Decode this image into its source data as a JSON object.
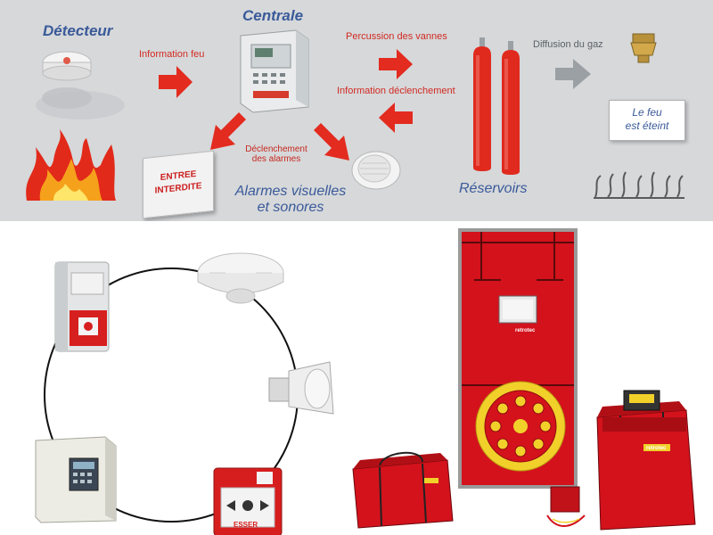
{
  "top": {
    "detector_label": "Détecteur",
    "central_label": "Centrale",
    "info_fire_label": "Information feu",
    "valve_label": "Percussion des vannes",
    "trigger_info_label": "Information déclenchement",
    "alarm_trigger_label_1": "Déclenchement",
    "alarm_trigger_label_2": "des alarmes",
    "alarms_label_1": "Alarmes visuelles",
    "alarms_label_2": "et sonores",
    "tanks_label": "Réservoirs",
    "gas_label": "Diffusion du gaz",
    "sign_line_1": "ENTREE",
    "sign_line_2": "INTERDITE",
    "extinguished_1": "Le feu",
    "extinguished_2": "est éteint"
  },
  "bottom": {
    "brand_text": "retrotec",
    "callpoint_brand": "ESSER"
  },
  "colors": {
    "arrow_red": "#e32b1f",
    "label_blue": "#3a5a99",
    "fabric_red": "#d3121c",
    "fan_yellow": "#f2d02a"
  }
}
